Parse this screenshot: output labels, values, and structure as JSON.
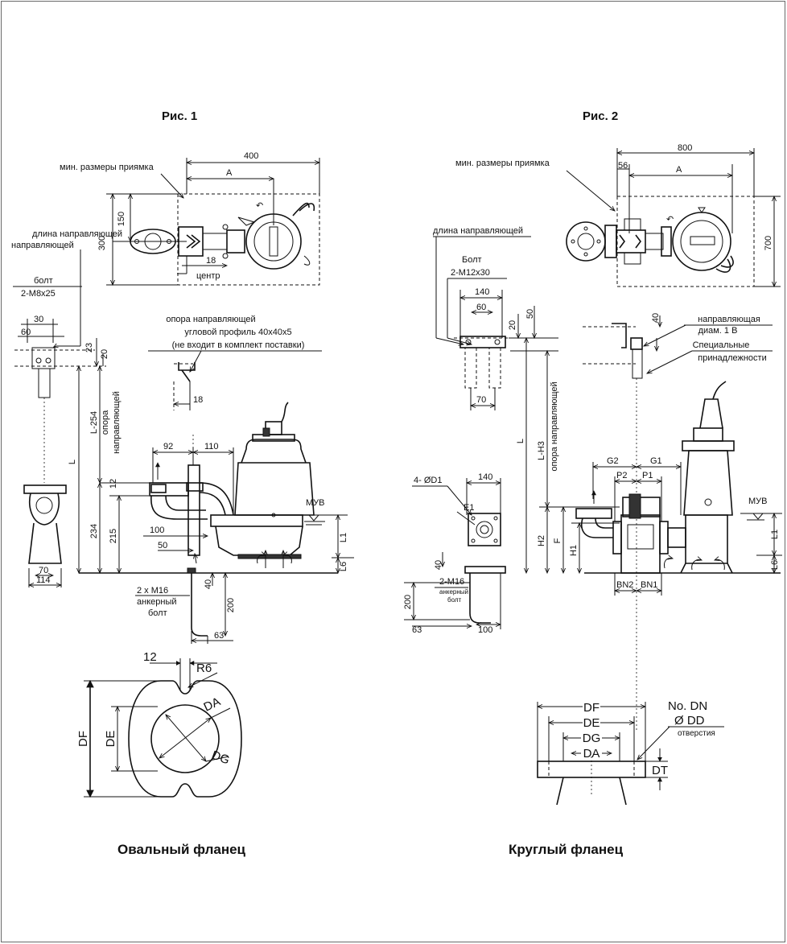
{
  "fig1": {
    "title": "Рис. 1",
    "labels": {
      "pit_min": "мин. размеры приямка",
      "guide_length": "длина направляющей",
      "bolt": "болт",
      "bolt_size": "2-M8x25",
      "guide_support": "опора направляющей",
      "angle_profile": "угловой профиль 40x40x5",
      "not_included": "(не входит в комплект поставки)",
      "guide_support_vert": "опора направляющей",
      "center": "центр",
      "water_level": "МУВ",
      "anchor_bolt": "2 x M16",
      "anchor_bolt_2": "анкерный",
      "anchor_bolt_3": "болт"
    },
    "dims": {
      "d400": "400",
      "dA": "A",
      "d300": "300",
      "d150": "150",
      "d18a": "18",
      "d30": "30",
      "d60": "60",
      "d23": "23",
      "d20": "20",
      "dL254": "L-254",
      "dL": "L",
      "d234": "234",
      "d215": "215",
      "d12": "12",
      "d92": "92",
      "d110": "110",
      "d100": "100",
      "d50": "50",
      "d40": "40",
      "d200": "200",
      "d63": "63",
      "d18b": "18",
      "d70": "70",
      "d114": "114",
      "dL1": "L1",
      "dL6": "L6"
    }
  },
  "fig2": {
    "title": "Рис. 2",
    "labels": {
      "pit_min": "мин. размеры приямка",
      "guide_length": "длина направляющей",
      "bolt": "Болт",
      "bolt_size": "2-M12x30",
      "guide": "направляющая",
      "guide_dia": "диам. 1 В",
      "special": "Специальные",
      "accessories": "принадлежности",
      "guide_support_vert": "опора направляющей",
      "water_level": "МУВ",
      "anchor_bolt": "2-M16",
      "anchor_bolt_2": "анкерный",
      "anchor_bolt_3": "болт",
      "holes": "4- ØD1"
    },
    "dims": {
      "d800": "800",
      "dA": "A",
      "d56": "56",
      "d700": "700",
      "d140a": "140",
      "d60": "60",
      "d70": "70",
      "d20": "20",
      "d50": "50",
      "d40a": "40",
      "dL": "L",
      "dLH3": "L-H3",
      "d140b": "140",
      "dE1": "E1",
      "d40b": "40",
      "d200": "200",
      "d63": "63",
      "d100": "100",
      "dG2": "G2",
      "dG1": "G1",
      "dP2": "P2",
      "dP1": "P1",
      "dH2": "H2",
      "dF": "F",
      "dH1": "H1",
      "dBN2": "BN2",
      "dBN1": "BN1",
      "dL1": "L1",
      "dL6": "L6"
    }
  },
  "oval_flange": {
    "caption": "Овальный фланец",
    "d12": "12",
    "R6": "R6",
    "DF": "DF",
    "DE": "DE",
    "DA": "DA",
    "DG": "DG"
  },
  "round_flange": {
    "caption": "Круглый фланец",
    "DF": "DF",
    "DE": "DE",
    "DG": "DG",
    "DA": "DA",
    "no_dn": "No. DN",
    "dia_dd": "Ø DD",
    "holes": "отверстия",
    "DT": "DT"
  }
}
